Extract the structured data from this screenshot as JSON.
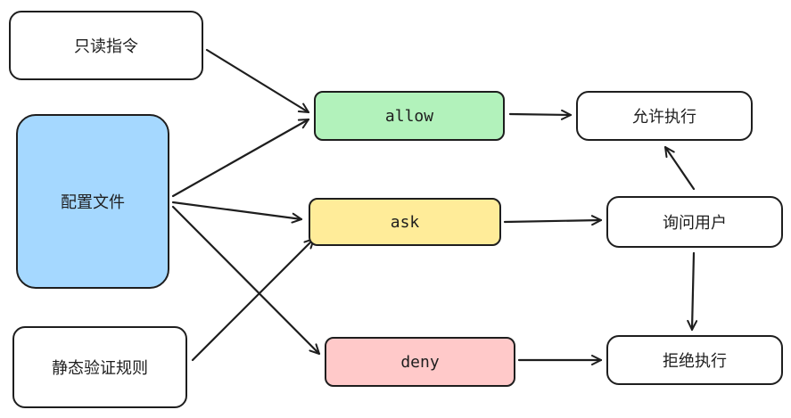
{
  "nodes": {
    "readonly_cmds": "只读指令",
    "config_file": "配置文件",
    "static_rules": "静态验证规则",
    "allow": "allow",
    "ask": "ask",
    "deny": "deny",
    "allow_exec": "允许执行",
    "ask_user": "询问用户",
    "deny_exec": "拒绝执行"
  },
  "colors": {
    "stroke": "#1e1e1e",
    "config_fill": "#a5d8ff",
    "allow_fill": "#b2f2bb",
    "ask_fill": "#ffec99",
    "deny_fill": "#ffc9c9"
  }
}
